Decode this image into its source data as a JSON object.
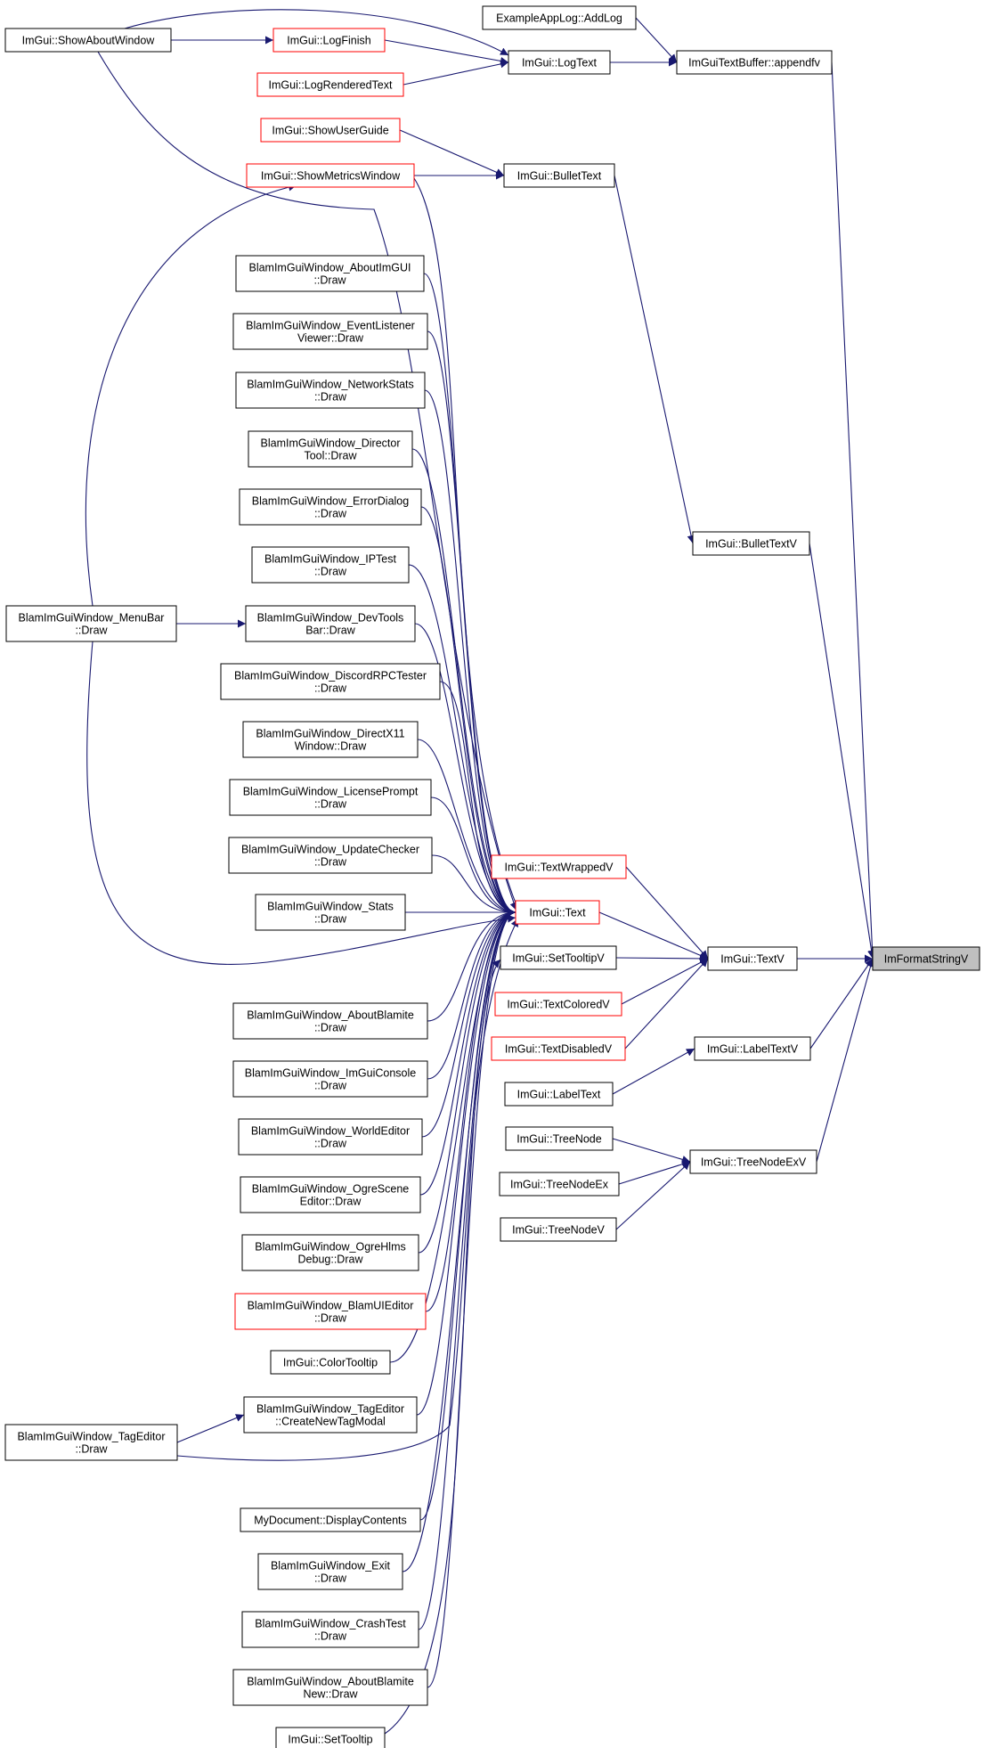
{
  "colors": {
    "edge": "#191970",
    "node_border": "#000000",
    "node_border_truncated": "#ff0000",
    "highlight_fill": "#bfbfbf",
    "text": "#000000"
  },
  "nodes": [
    {
      "id": "imformatstringv",
      "lines": [
        "ImFormatStringV"
      ],
      "highlight": true
    },
    {
      "id": "textbuf-appendfv",
      "lines": [
        "ImGuiTextBuffer::appendfv"
      ]
    },
    {
      "id": "examplelog-addlog",
      "lines": [
        "ExampleAppLog::AddLog"
      ]
    },
    {
      "id": "logtext",
      "lines": [
        "ImGui::LogText"
      ]
    },
    {
      "id": "showaboutwindow",
      "lines": [
        "ImGui::ShowAboutWindow"
      ]
    },
    {
      "id": "logfinish",
      "lines": [
        "ImGui::LogFinish"
      ],
      "truncated": true
    },
    {
      "id": "logrenderedtext",
      "lines": [
        "ImGui::LogRenderedText"
      ],
      "truncated": true
    },
    {
      "id": "showuserguide",
      "lines": [
        "ImGui::ShowUserGuide"
      ],
      "truncated": true
    },
    {
      "id": "showmetricswindow",
      "lines": [
        "ImGui::ShowMetricsWindow"
      ],
      "truncated": true
    },
    {
      "id": "bullettext",
      "lines": [
        "ImGui::BulletText"
      ]
    },
    {
      "id": "bullettextv",
      "lines": [
        "ImGui::BulletTextV"
      ]
    },
    {
      "id": "textv",
      "lines": [
        "ImGui::TextV"
      ]
    },
    {
      "id": "labeltextv",
      "lines": [
        "ImGui::LabelTextV"
      ]
    },
    {
      "id": "labeltext",
      "lines": [
        "ImGui::LabelText"
      ]
    },
    {
      "id": "treenodeexv",
      "lines": [
        "ImGui::TreeNodeExV"
      ]
    },
    {
      "id": "treenode",
      "lines": [
        "ImGui::TreeNode"
      ]
    },
    {
      "id": "treenodeex",
      "lines": [
        "ImGui::TreeNodeEx"
      ]
    },
    {
      "id": "treenodev",
      "lines": [
        "ImGui::TreeNodeV"
      ]
    },
    {
      "id": "textwrappedv",
      "lines": [
        "ImGui::TextWrappedV"
      ],
      "truncated": true
    },
    {
      "id": "text",
      "lines": [
        "ImGui::Text"
      ],
      "truncated": true
    },
    {
      "id": "settooltipv",
      "lines": [
        "ImGui::SetTooltipV"
      ]
    },
    {
      "id": "textcoloredv",
      "lines": [
        "ImGui::TextColoredV"
      ],
      "truncated": true
    },
    {
      "id": "textdisabledv",
      "lines": [
        "ImGui::TextDisabledV"
      ],
      "truncated": true
    },
    {
      "id": "aboutimgui",
      "lines": [
        "BlamImGuiWindow_AboutImGUI",
        "::Draw"
      ]
    },
    {
      "id": "eventlistener",
      "lines": [
        "BlamImGuiWindow_EventListener",
        "Viewer::Draw"
      ]
    },
    {
      "id": "networkstats",
      "lines": [
        "BlamImGuiWindow_NetworkStats",
        "::Draw"
      ]
    },
    {
      "id": "directortool",
      "lines": [
        "BlamImGuiWindow_Director",
        "Tool::Draw"
      ]
    },
    {
      "id": "errordialog",
      "lines": [
        "BlamImGuiWindow_ErrorDialog",
        "::Draw"
      ]
    },
    {
      "id": "iptest",
      "lines": [
        "BlamImGuiWindow_IPTest",
        "::Draw"
      ]
    },
    {
      "id": "devtoolsbar",
      "lines": [
        "BlamImGuiWindow_DevTools",
        "Bar::Draw"
      ]
    },
    {
      "id": "menubar",
      "lines": [
        "BlamImGuiWindow_MenuBar",
        "::Draw"
      ]
    },
    {
      "id": "discordrpc",
      "lines": [
        "BlamImGuiWindow_DiscordRPCTester",
        "::Draw"
      ]
    },
    {
      "id": "directx11",
      "lines": [
        "BlamImGuiWindow_DirectX11",
        "Window::Draw"
      ]
    },
    {
      "id": "licenseprompt",
      "lines": [
        "BlamImGuiWindow_LicensePrompt",
        "::Draw"
      ]
    },
    {
      "id": "updatechecker",
      "lines": [
        "BlamImGuiWindow_UpdateChecker",
        "::Draw"
      ]
    },
    {
      "id": "stats",
      "lines": [
        "BlamImGuiWindow_Stats",
        "::Draw"
      ]
    },
    {
      "id": "aboutblamite",
      "lines": [
        "BlamImGuiWindow_AboutBlamite",
        "::Draw"
      ]
    },
    {
      "id": "imguiconsole",
      "lines": [
        "BlamImGuiWindow_ImGuiConsole",
        "::Draw"
      ]
    },
    {
      "id": "worldeditor",
      "lines": [
        "BlamImGuiWindow_WorldEditor",
        "::Draw"
      ]
    },
    {
      "id": "ogresceneeditor",
      "lines": [
        "BlamImGuiWindow_OgreScene",
        "Editor::Draw"
      ]
    },
    {
      "id": "ogrehlmsdebug",
      "lines": [
        "BlamImGuiWindow_OgreHlms",
        "Debug::Draw"
      ]
    },
    {
      "id": "blamuieditor",
      "lines": [
        "BlamImGuiWindow_BlamUIEditor",
        "::Draw"
      ],
      "truncated": true
    },
    {
      "id": "colortooltip",
      "lines": [
        "ImGui::ColorTooltip"
      ]
    },
    {
      "id": "createnewtagmodal",
      "lines": [
        "BlamImGuiWindow_TagEditor",
        "::CreateNewTagModal"
      ]
    },
    {
      "id": "tageditor",
      "lines": [
        "BlamImGuiWindow_TagEditor",
        "::Draw"
      ]
    },
    {
      "id": "displaycontents",
      "lines": [
        "MyDocument::DisplayContents"
      ]
    },
    {
      "id": "exit",
      "lines": [
        "BlamImGuiWindow_Exit",
        "::Draw"
      ]
    },
    {
      "id": "crashtest",
      "lines": [
        "BlamImGuiWindow_CrashTest",
        "::Draw"
      ]
    },
    {
      "id": "aboutblamitenew",
      "lines": [
        "BlamImGuiWindow_AboutBlamite",
        "New::Draw"
      ]
    },
    {
      "id": "settooltip",
      "lines": [
        "ImGui::SetTooltip"
      ]
    }
  ],
  "edges": [
    [
      "textbuf-appendfv",
      "imformatstringv"
    ],
    [
      "bullettextv",
      "imformatstringv"
    ],
    [
      "textv",
      "imformatstringv"
    ],
    [
      "labeltextv",
      "imformatstringv"
    ],
    [
      "treenodeexv",
      "imformatstringv"
    ],
    [
      "examplelog-addlog",
      "textbuf-appendfv"
    ],
    [
      "logtext",
      "textbuf-appendfv"
    ],
    [
      "showaboutwindow",
      "logfinish"
    ],
    [
      "showaboutwindow",
      "logtext"
    ],
    [
      "logfinish",
      "logtext"
    ],
    [
      "logrenderedtext",
      "logtext"
    ],
    [
      "showaboutwindow",
      "text"
    ],
    [
      "showuserguide",
      "bullettext"
    ],
    [
      "showmetricswindow",
      "bullettext"
    ],
    [
      "bullettext",
      "bullettextv"
    ],
    [
      "menubar",
      "showmetricswindow"
    ],
    [
      "menubar",
      "devtoolsbar"
    ],
    [
      "menubar",
      "text"
    ],
    [
      "showmetricswindow",
      "text"
    ],
    [
      "aboutimgui",
      "text"
    ],
    [
      "eventlistener",
      "text"
    ],
    [
      "networkstats",
      "text"
    ],
    [
      "directortool",
      "text"
    ],
    [
      "errordialog",
      "text"
    ],
    [
      "iptest",
      "text"
    ],
    [
      "devtoolsbar",
      "text"
    ],
    [
      "discordrpc",
      "text"
    ],
    [
      "directx11",
      "text"
    ],
    [
      "licenseprompt",
      "text"
    ],
    [
      "updatechecker",
      "text"
    ],
    [
      "stats",
      "text"
    ],
    [
      "aboutblamite",
      "text"
    ],
    [
      "imguiconsole",
      "text"
    ],
    [
      "worldeditor",
      "text"
    ],
    [
      "ogresceneeditor",
      "text"
    ],
    [
      "ogrehlmsdebug",
      "text"
    ],
    [
      "blamuieditor",
      "text"
    ],
    [
      "colortooltip",
      "text"
    ],
    [
      "createnewtagmodal",
      "text"
    ],
    [
      "tageditor",
      "createnewtagmodal"
    ],
    [
      "tageditor",
      "text"
    ],
    [
      "displaycontents",
      "text"
    ],
    [
      "exit",
      "text"
    ],
    [
      "crashtest",
      "text"
    ],
    [
      "aboutblamitenew",
      "text"
    ],
    [
      "settooltip",
      "settooltipv"
    ],
    [
      "textwrappedv",
      "textv"
    ],
    [
      "text",
      "textv"
    ],
    [
      "settooltipv",
      "textv"
    ],
    [
      "textcoloredv",
      "textv"
    ],
    [
      "textdisabledv",
      "textv"
    ],
    [
      "labeltext",
      "labeltextv"
    ],
    [
      "treenode",
      "treenodeexv"
    ],
    [
      "treenodeex",
      "treenodeexv"
    ],
    [
      "treenodev",
      "treenodeexv"
    ]
  ]
}
